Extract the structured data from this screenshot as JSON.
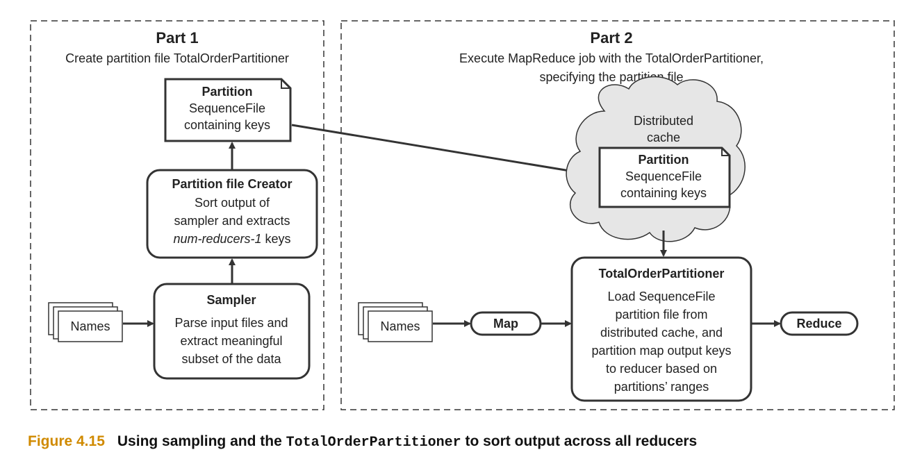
{
  "part1": {
    "title": "Part 1",
    "subtitle": "Create partition file TotalOrderPartitioner",
    "partition_doc": {
      "title": "Partition",
      "line1": "SequenceFile",
      "line2": "containing keys"
    },
    "creator": {
      "title": "Partition file Creator",
      "line1": "Sort output of",
      "line2": "sampler and extracts",
      "line3_italic": "num-reducers-1",
      "line3_rest": " keys"
    },
    "sampler": {
      "title": "Sampler",
      "line1": "Parse input files and",
      "line2": "extract meaningful",
      "line3": "subset of the data"
    },
    "input_label": "Names"
  },
  "part2": {
    "title": "Part 2",
    "subtitle_line1": "Execute MapReduce job with the TotalOrderPartitioner,",
    "subtitle_line2": "specifying the partition file",
    "cache": {
      "line1": "Distributed",
      "line2": "cache"
    },
    "partition_doc": {
      "title": "Partition",
      "line1": "SequenceFile",
      "line2": "containing keys"
    },
    "partitioner": {
      "title": "TotalOrderPartitioner",
      "lines": [
        "Load SequenceFile",
        "partition file from",
        "distributed cache, and",
        "partition map output keys",
        "to reducer based on",
        "partitions’ ranges"
      ]
    },
    "input_label": "Names",
    "map_label": "Map",
    "reduce_label": "Reduce"
  },
  "caption": {
    "number": "Figure 4.15",
    "text_before": "Using sampling and the ",
    "code": "TotalOrderPartitioner",
    "text_after": " to sort output across all reducers"
  }
}
